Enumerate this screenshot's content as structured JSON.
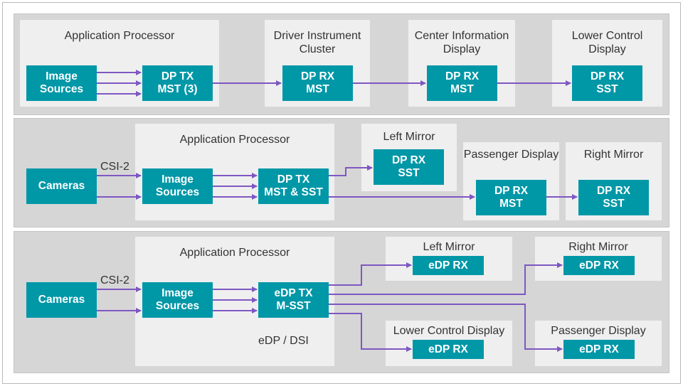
{
  "colors": {
    "box": "#0097a7",
    "arrow": "#7e57c2",
    "band": "#d6d6d6",
    "panel": "#efefef"
  },
  "row1": {
    "app_processor": "Application Processor",
    "image_sources": "Image\nSources",
    "dp_tx": "DP TX\nMST (3)",
    "driver_cluster_title": "Driver Instrument Cluster",
    "driver_rx": "DP RX\nMST",
    "center_title": "Center Information Display",
    "center_rx": "DP RX\nMST",
    "lower_title": "Lower Control Display",
    "lower_rx": "DP RX\nSST"
  },
  "row2": {
    "app_processor": "Application Processor",
    "cameras": "Cameras",
    "csi": "CSI-2",
    "image_sources": "Image\nSources",
    "dp_tx": "DP TX\nMST & SST",
    "left_mirror_title": "Left Mirror",
    "left_mirror_rx": "DP RX\nSST",
    "passenger_title": "Passenger Display",
    "passenger_rx": "DP RX\nMST",
    "right_mirror_title": "Right Mirror",
    "right_mirror_rx": "DP RX\nSST"
  },
  "row3": {
    "app_processor": "Application Processor",
    "cameras": "Cameras",
    "csi": "CSI-2",
    "image_sources": "Image\nSources",
    "edp_tx": "eDP TX\nM-SST",
    "edp_dsi": "eDP / DSI",
    "left_mirror_title": "Left Mirror",
    "left_mirror_rx": "eDP RX",
    "right_mirror_title": "Right Mirror",
    "right_mirror_rx": "eDP RX",
    "lower_title": "Lower Control Display",
    "lower_rx": "eDP RX",
    "passenger_title": "Passenger Display",
    "passenger_rx": "eDP RX"
  }
}
